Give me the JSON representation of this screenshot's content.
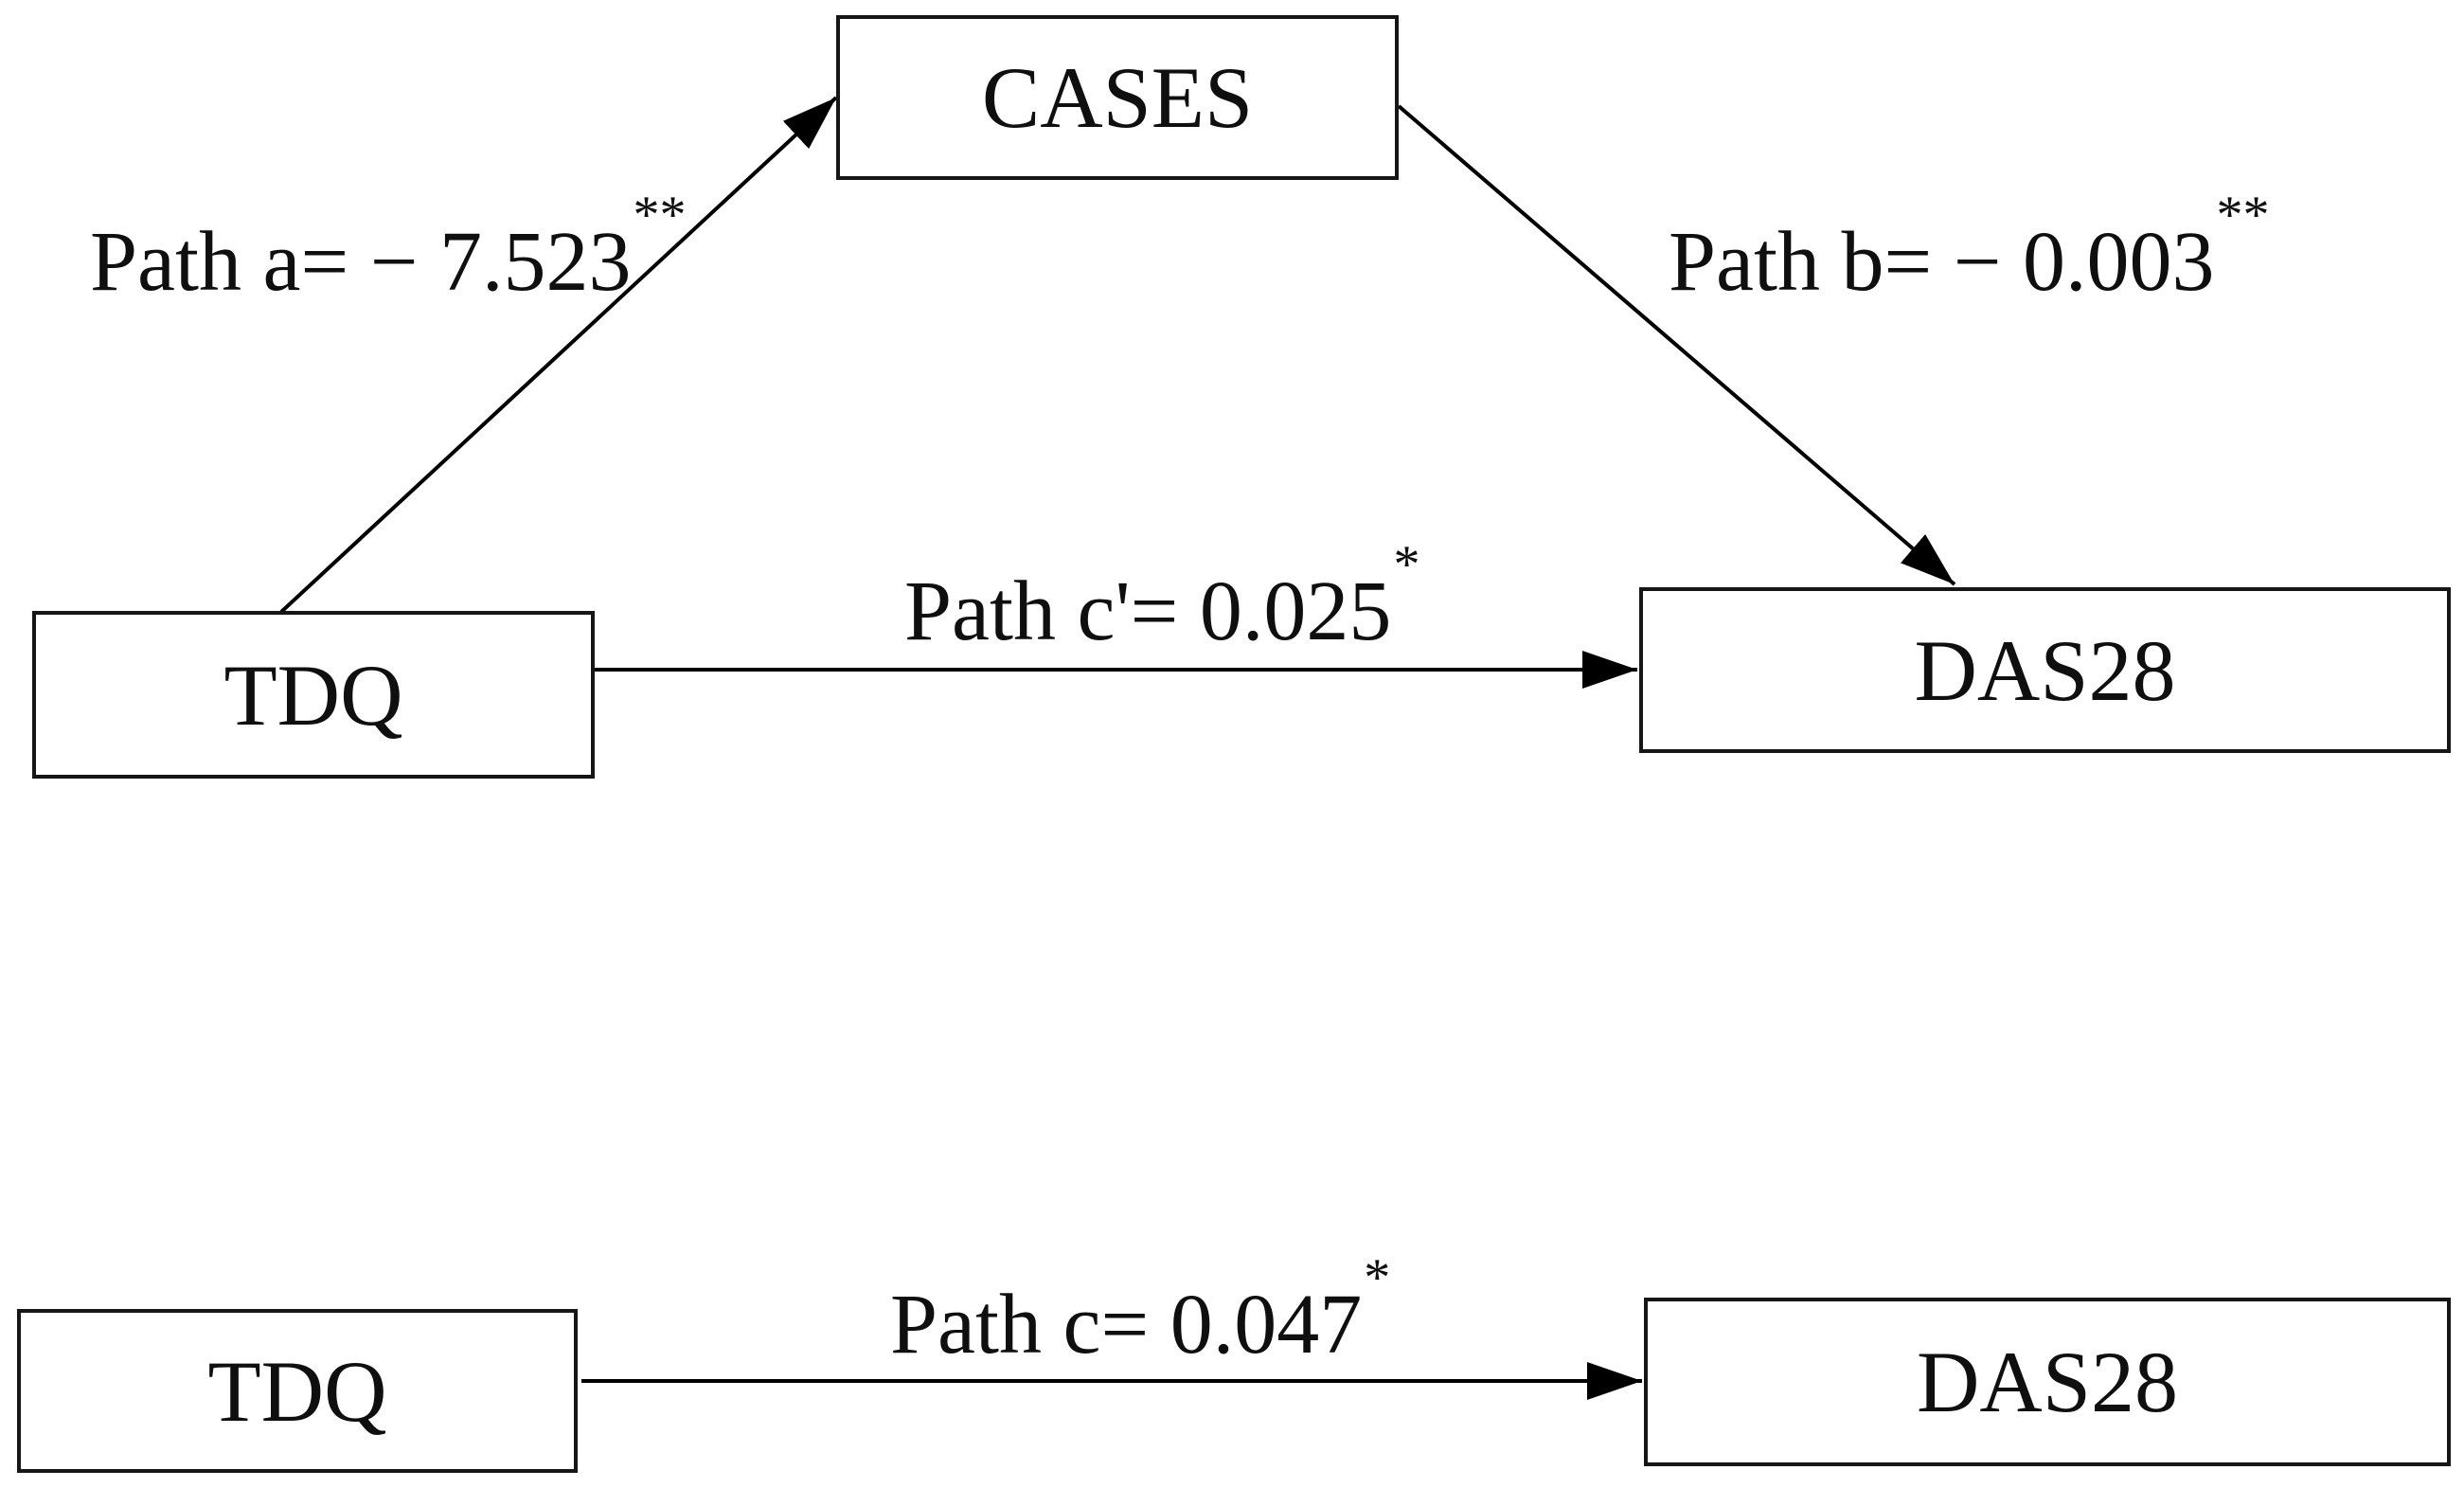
{
  "figure": {
    "type": "mediation-path-diagram",
    "background_color": "#ffffff",
    "line_color": "#000000",
    "text_color": "#0f0f0f"
  },
  "mediation_model": {
    "nodes": {
      "tdq": {
        "label": "TDQ"
      },
      "cases": {
        "label": "CASES"
      },
      "das28": {
        "label": "DAS28"
      }
    },
    "paths": {
      "a": {
        "text": "Path a= − 7.523",
        "sig": "**"
      },
      "b": {
        "text": "Path b= − 0.003",
        "sig": "**"
      },
      "c_prime": {
        "text": "Path c'= 0.025",
        "sig": "*"
      }
    }
  },
  "direct_model": {
    "nodes": {
      "tdq": {
        "label": "TDQ"
      },
      "das28": {
        "label": "DAS28"
      }
    },
    "paths": {
      "c": {
        "text": "Path c= 0.047",
        "sig": "*"
      }
    }
  }
}
